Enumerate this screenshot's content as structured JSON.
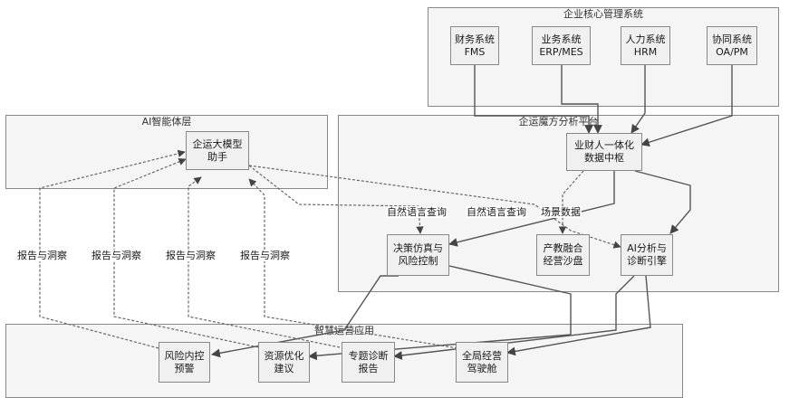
{
  "groups": {
    "core": "企业核心管理系统",
    "ai": "AI智能体层",
    "platform": "企运魔方分析平台",
    "apps": "智慧运营应用"
  },
  "nodes": {
    "fms": "财务系统\nFMS",
    "erp": "业务系统\nERP/MES",
    "hrm": "人力系统\nHRM",
    "oa": "协同系统\nOA/PM",
    "llm": "企运大模型\n助手",
    "hub": "业财人一体化\n数据中枢",
    "decision": "决策仿真与\n风险控制",
    "sandbox": "产教融合\n经营沙盘",
    "engine": "AI分析与\n诊断引擎",
    "risk": "风险内控\n预警",
    "resource": "资源优化\n建议",
    "report": "专题诊断\n报告",
    "cockpit": "全局经营\n驾驶舱"
  },
  "edge_labels": {
    "nlq1": "自然语言查询",
    "nlq2": "自然语言查询",
    "scene": "场景数据",
    "r1": "报告与洞察",
    "r2": "报告与洞察",
    "r3": "报告与洞察",
    "r4": "报告与洞察"
  }
}
